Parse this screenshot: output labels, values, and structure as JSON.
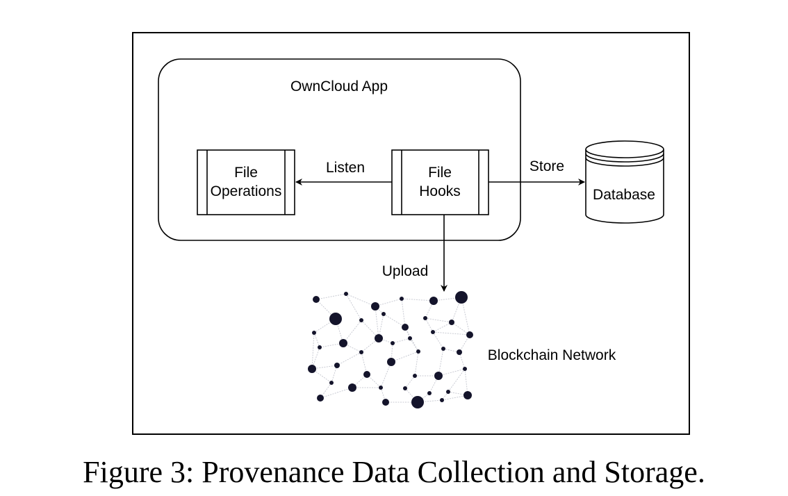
{
  "diagram": {
    "container_label": "OwnCloud App",
    "nodes": {
      "file_operations": {
        "line1": "File",
        "line2": "Operations"
      },
      "file_hooks": {
        "line1": "File",
        "line2": "Hooks"
      },
      "database": {
        "label": "Database"
      },
      "blockchain": {
        "label": "Blockchain Network"
      }
    },
    "edges": {
      "listen": "Listen",
      "store": "Store",
      "upload": "Upload"
    },
    "icons": {
      "database": "database-cylinder-icon",
      "blockchain": "blockchain-network-icon"
    }
  },
  "caption": "Figure 3: Provenance Data Collection and Storage."
}
